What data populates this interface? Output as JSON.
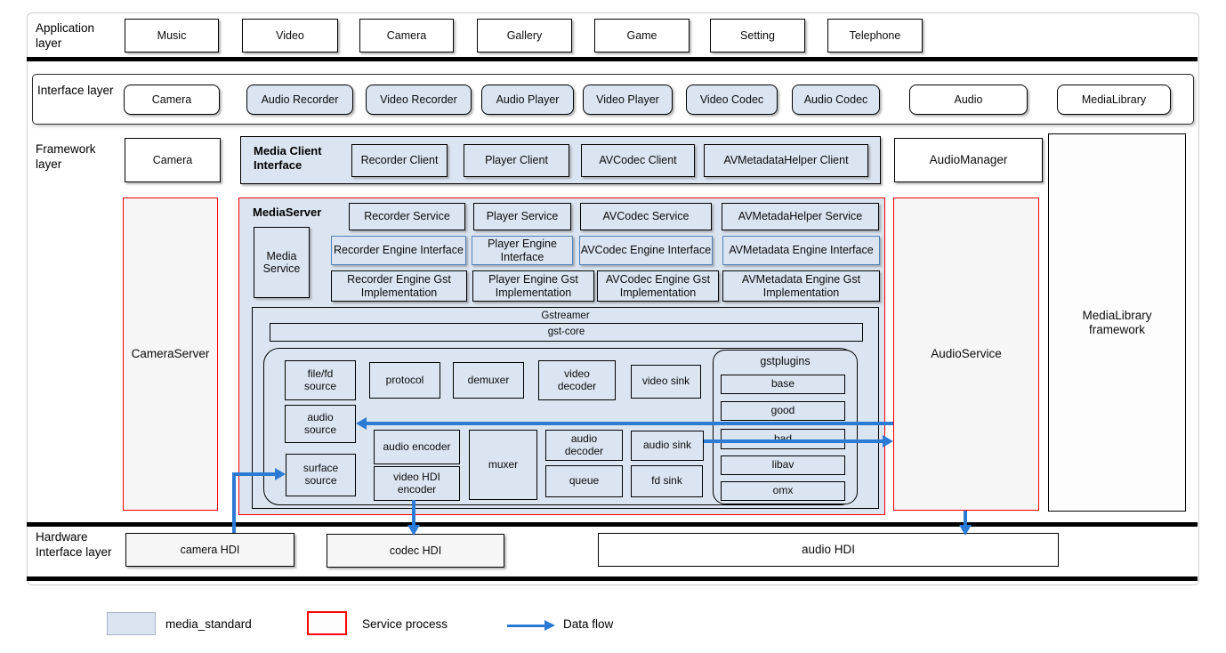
{
  "layers": {
    "application": {
      "label": "Application layer",
      "apps": [
        "Music",
        "Video",
        "Camera",
        "Gallery",
        "Game",
        "Setting",
        "Telephone"
      ]
    },
    "interface": {
      "label": "Interface layer",
      "items": [
        "Camera",
        "Audio Recorder",
        "Video Recorder",
        "Audio Player",
        "Video Player",
        "Video Codec",
        "Audio Codec",
        "Audio",
        "MediaLibrary"
      ]
    },
    "framework": {
      "label": "Framework layer",
      "camera": "Camera",
      "audio_manager": "AudioManager",
      "media_library_framework": "MediaLibrary framework",
      "camera_server": "CameraServer",
      "audio_service": "AudioService",
      "media_client_interface": {
        "title": "Media Client Interface",
        "clients": [
          "Recorder Client",
          "Player Client",
          "AVCodec Client",
          "AVMetadataHelper Client"
        ]
      },
      "media_server": {
        "title": "MediaServer",
        "media_service": "Media Service",
        "services": [
          "Recorder Service",
          "Player Service",
          "AVCodec Service",
          "AVMetadaHelper Service"
        ],
        "engine_interfaces": [
          "Recorder Engine Interface",
          "Player Engine Interface",
          "AVCodec Engine Interface",
          "AVMetadata Engine Interface"
        ],
        "gst_implementations": [
          "Recorder Engine Gst Implementation",
          "Player Engine Gst Implementation",
          "AVCodec Engine Gst Implementation",
          "AVMetadata Engine Gst Implementation"
        ],
        "gstreamer": {
          "title": "Gstreamer",
          "core": "gst-core",
          "elements": {
            "file_fd_source": "file/fd source",
            "protocol": "protocol",
            "demuxer": "demuxer",
            "video_decoder": "video decoder",
            "video_sink": "video sink",
            "audio_source": "audio source",
            "surface_source": "surface source",
            "audio_encoder": "audio encoder",
            "video_hdi_encoder": "video HDI encoder",
            "muxer": "muxer",
            "audio_decoder": "audio decoder",
            "queue": "queue",
            "audio_sink": "audio sink",
            "fd_sink": "fd sink"
          },
          "gstplugins": {
            "title": "gstplugins",
            "plugins": [
              "base",
              "good",
              "bad",
              "libav",
              "omx"
            ]
          }
        }
      }
    },
    "hardware": {
      "label": "Hardware Interface layer",
      "items": [
        "camera HDI",
        "codec HDI",
        "audio HDI"
      ]
    }
  },
  "legend": {
    "media_standard": "media_standard",
    "service_process": "Service process",
    "data_flow": "Data flow"
  },
  "colors": {
    "media_standard_fill": "#dbe5f1",
    "service_process_border": "#ff0000",
    "data_flow_blue": "#2b7bd4",
    "engine_interface_border": "#4f81bd"
  }
}
